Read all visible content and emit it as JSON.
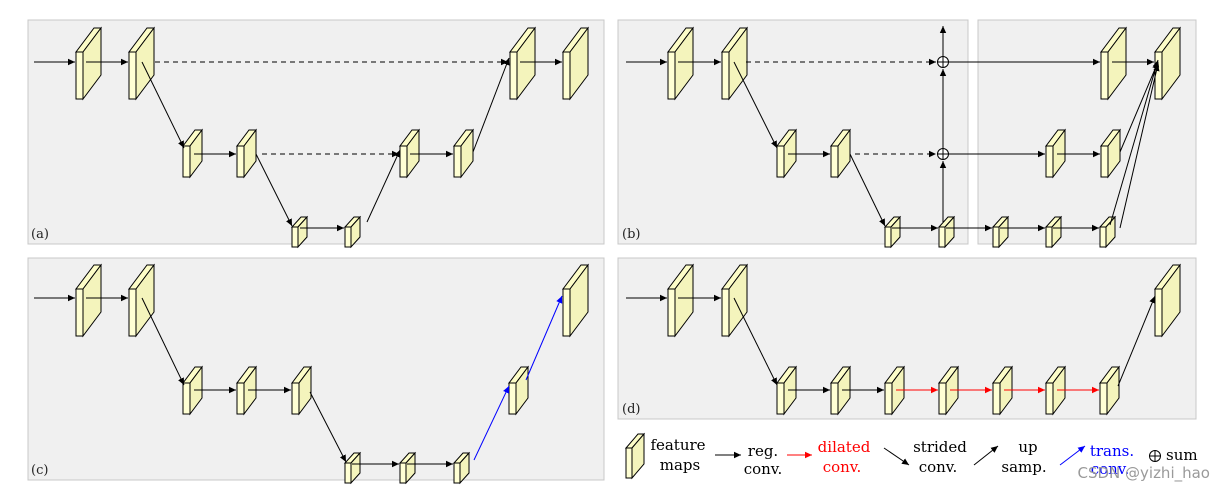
{
  "panels": [
    {
      "label": "(a)"
    },
    {
      "label": "(b)"
    },
    {
      "label": "(c)"
    },
    {
      "label": "(d)"
    }
  ],
  "legend": {
    "feature_maps": [
      "feature",
      "maps"
    ],
    "reg_conv": [
      "reg.",
      "conv."
    ],
    "dilated_conv": [
      "dilated",
      "conv."
    ],
    "strided_conv": [
      "strided",
      "conv."
    ],
    "up_samp": [
      "up",
      "samp."
    ],
    "trans_conv": [
      "trans.",
      "conv."
    ],
    "sum": "sum"
  },
  "colors": {
    "regular": "#000000",
    "dilated": "#ff0000",
    "transposed": "#0000ff",
    "feature_map_fill": "#ffffd4",
    "panel_background": "#f0f0f0"
  },
  "watermark": "CSDN @yizhi_hao"
}
